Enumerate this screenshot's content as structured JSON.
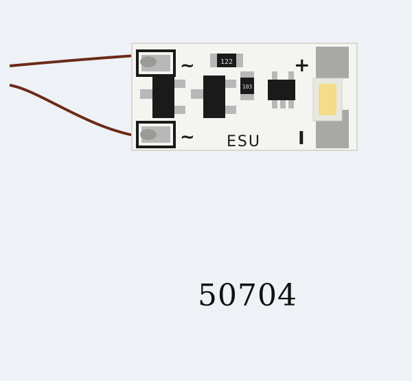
{
  "product": {
    "article_number": "50704",
    "board_marking": "ESU",
    "input_symbol_top": "~",
    "input_symbol_bottom": "~",
    "output_plus_symbol": "+",
    "output_minus_symbol": "I",
    "resistor_marking": "122",
    "resistor_marking_small": "103"
  },
  "colors": {
    "background": "#eef2f6",
    "board": "#f4f4f0",
    "wire": "#6b2a1a",
    "component": "#1a1a1a",
    "pad": "#b8b8b8",
    "led": "#f5dc8a"
  }
}
